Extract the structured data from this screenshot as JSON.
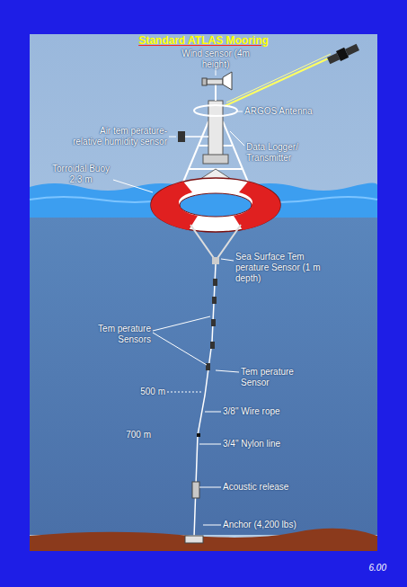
{
  "diagram": {
    "title": "Standard ATLAS Mooring",
    "labels": [
      "Wind sensor (4m height)",
      "ARGOS Antenna",
      "Air tem perature- relative humidity sensor",
      "Data Logger/ Transmitter",
      "Torroidal Buoy 2.3 m",
      "Sea Surface Tem perature Sensor (1 m depth)",
      "Tem perature Sensors",
      "Tem perature Sensor",
      "500 m",
      "3/8\" Wire rope",
      "700 m",
      "3/4\" Nylon line",
      "Acoustic release",
      "Anchor (4,200 lbs)",
      "6.00"
    ]
  }
}
